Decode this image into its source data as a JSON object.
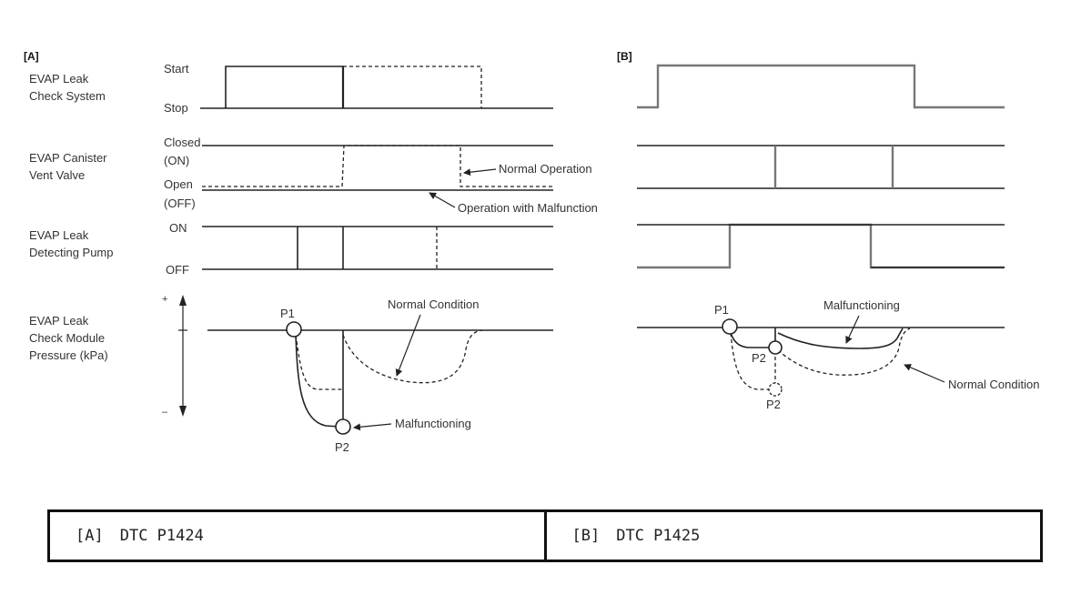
{
  "panel_a": {
    "label": "[A]",
    "row1_name": [
      "EVAP Leak",
      "Check System"
    ],
    "row1_top": "Start",
    "row1_bottom": "Stop",
    "row2_name": [
      "EVAP Canister",
      "Vent Valve"
    ],
    "row2_top": [
      "Closed",
      "(ON)"
    ],
    "row2_bottom": [
      "Open",
      "(OFF)"
    ],
    "row3_name": [
      "EVAP Leak",
      "Detecting Pump"
    ],
    "row3_top": "ON",
    "row3_bottom": "OFF",
    "row4_name": [
      "EVAP Leak",
      "Check Module",
      "Pressure (kPa)"
    ],
    "plus": "+",
    "minus": "–",
    "normal_operation": "Normal Operation",
    "malfunction_operation": "Operation with Malfunction",
    "normal_condition": "Normal Condition",
    "malfunctioning": "Malfunctioning",
    "p1": "P1",
    "p2": "P2"
  },
  "panel_b": {
    "label": "[B]",
    "malfunctioning": "Malfunctioning",
    "normal_condition": "Normal Condition",
    "p1": "P1",
    "p2_upper": "P2",
    "p2_lower": "P2"
  },
  "table": {
    "cells": [
      {
        "tag": "[A]",
        "text": "DTC P1424"
      },
      {
        "tag": "[B]",
        "text": "DTC P1425"
      }
    ]
  }
}
